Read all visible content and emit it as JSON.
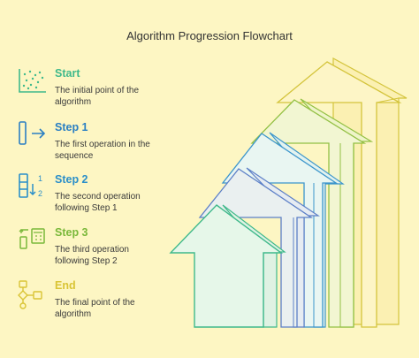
{
  "title": "Algorithm Progression Flowchart",
  "steps": [
    {
      "label": "Start",
      "description": "The initial point of the algorithm",
      "color": "#3fb98b",
      "icon": "scatter-plot-icon"
    },
    {
      "label": "Step 1",
      "description": "The first operation in the sequence",
      "color": "#2a7fc3",
      "icon": "box-arrow-icon"
    },
    {
      "label": "Step 2",
      "description": "The second operation following Step 1",
      "color": "#2b8fc9",
      "icon": "sort-order-icon"
    },
    {
      "label": "Step 3",
      "description": "The third operation following Step 2",
      "color": "#7ab83a",
      "icon": "exchange-calculator-icon"
    },
    {
      "label": "End",
      "description": "The final point of the algorithm",
      "color": "#d9c435",
      "icon": "flowchart-icon"
    }
  ]
}
